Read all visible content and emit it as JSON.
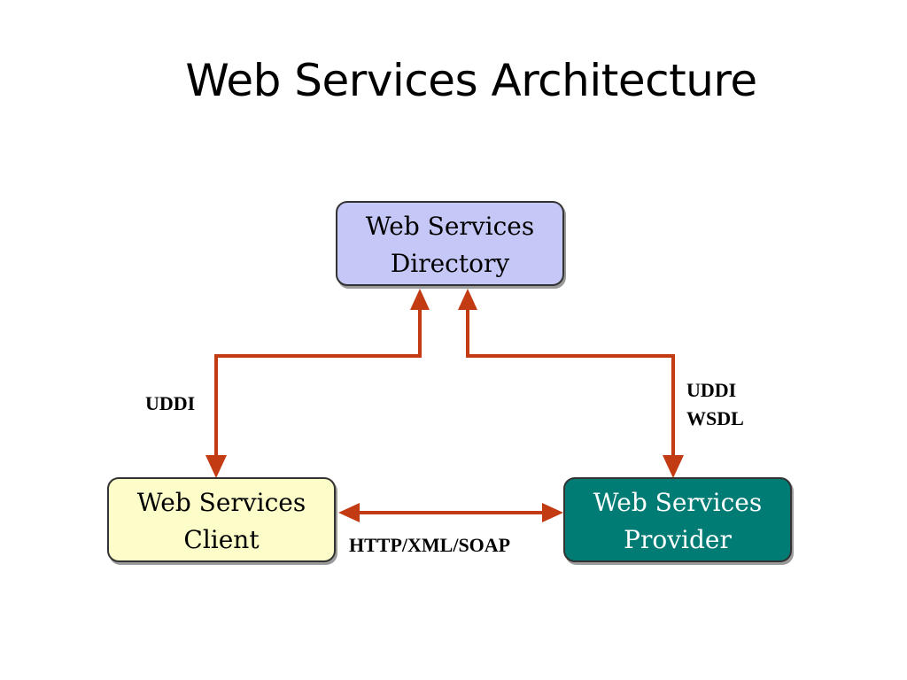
{
  "title": "Web Services Architecture",
  "nodes": {
    "directory": {
      "line1": "Web Services",
      "line2": "Directory",
      "fill": "#c5c7f6",
      "text_color": "#000000"
    },
    "client": {
      "line1": "Web Services",
      "line2": "Client",
      "fill": "#fdfdc9",
      "text_color": "#000000"
    },
    "provider": {
      "line1": "Web Services",
      "line2": "Provider",
      "fill": "#017b74",
      "text_color": "#ffffff"
    }
  },
  "edges": {
    "client_directory": {
      "label": "UDDI"
    },
    "provider_directory": {
      "label_line1": "UDDI",
      "label_line2": "WSDL"
    },
    "client_provider": {
      "label": "HTTP/XML/SOAP"
    }
  },
  "colors": {
    "arrow": "#c23b12",
    "box_border": "#333333"
  }
}
